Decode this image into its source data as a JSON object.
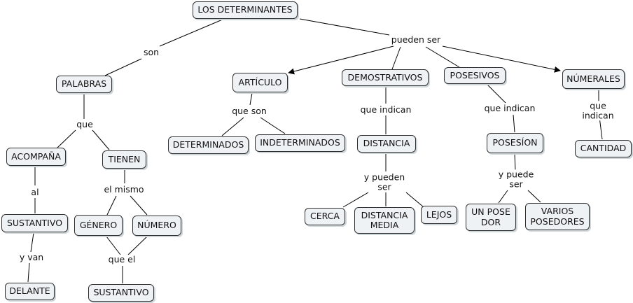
{
  "nodes": {
    "root": "LOS DETERMINANTES",
    "palabras": "PALABRAS",
    "acompana": "ACOMPAÑA",
    "tienen": "TIENEN",
    "sustantivo1": "SUSTANTIVO",
    "genero": "GÉNERO",
    "numero": "NÚMERO",
    "delante": "DELANTE",
    "sustantivo2": "SUSTANTIVO",
    "articulo": "ARTÍCULO",
    "determinados": "DETERMINADOS",
    "indeterminados": "INDETERMINADOS",
    "demostrativos": "DEMOSTRATIVOS",
    "distancia": "DISTANCIA",
    "cerca": "CERCA",
    "distancia_media": "DISTANCIA\nMEDIA",
    "lejos": "LEJOS",
    "posesivos": "POSESIVOS",
    "posesion": "POSESÍON",
    "un_poseedor": "UN POSE\nDOR",
    "varios_poseedores": "VARIOS\nPOSEDORES",
    "numerales": "NÚMERALES",
    "cantidad": "CANTIDAD"
  },
  "links": {
    "son": "son",
    "pueden_ser": "pueden ser",
    "que": "que",
    "al": "al",
    "el_mismo": "el mismo",
    "y_van": "y van",
    "que_el": "que el",
    "que_son": "que son",
    "que_indican_1": "que indican",
    "y_pueden_ser": "y  pueden\nser",
    "que_indican_2": "que indican",
    "y_puede_ser": "y puede\nser",
    "que_indican_3": "que indican"
  }
}
